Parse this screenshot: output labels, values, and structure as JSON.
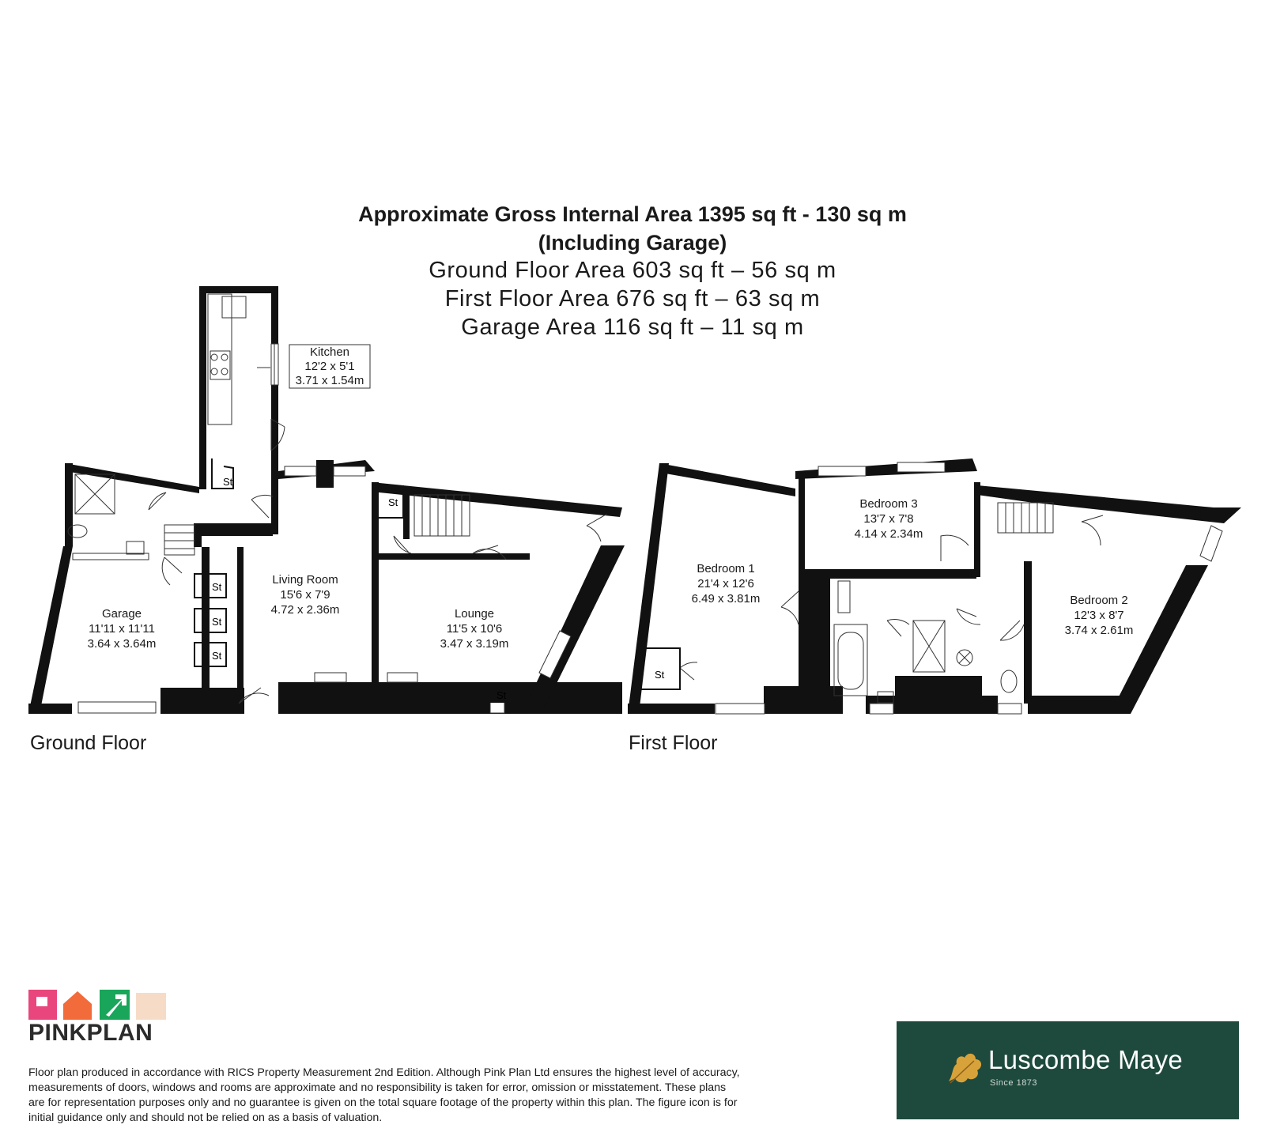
{
  "header": {
    "line1": "Approximate Gross Internal Area 1395 sq ft - 130 sq m",
    "line2": "(Including Garage)",
    "line3": "Ground Floor Area 603 sq ft – 56 sq m",
    "line4": "First Floor Area 676 sq ft – 63 sq m",
    "line5": "Garage Area 116 sq ft – 11 sq m"
  },
  "ground_floor": {
    "label": "Ground Floor",
    "rooms": [
      {
        "name": "Kitchen",
        "imperial": "12'2 x 5'1",
        "metric": "3.71 x 1.54m"
      },
      {
        "name": "Living Room",
        "imperial": "15'6 x 7'9",
        "metric": "4.72 x 2.36m"
      },
      {
        "name": "Garage",
        "imperial": "11'11 x 11'11",
        "metric": "3.64 x 3.64m"
      },
      {
        "name": "Lounge",
        "imperial": "11'5 x 10'6",
        "metric": "3.47 x 3.19m"
      }
    ],
    "storage_label": "St"
  },
  "first_floor": {
    "label": "First Floor",
    "rooms": [
      {
        "name": "Bedroom 1",
        "imperial": "21'4 x 12'6",
        "metric": "6.49 x 3.81m"
      },
      {
        "name": "Bedroom 3",
        "imperial": "13'7 x 7'8",
        "metric": "4.14 x 2.34m"
      },
      {
        "name": "Bedroom 2",
        "imperial": "12'3 x 8'7",
        "metric": "3.74 x 2.61m"
      }
    ],
    "storage_label": "St"
  },
  "footer": {
    "logo_text": "PINKPLAN",
    "disclaimer": "Floor plan produced in accordance with RICS Property Measurement 2nd Edition. Although Pink Plan Ltd ensures the highest level of accuracy, measurements of doors, windows and rooms are approximate and no responsibility is taken for error, omission or misstatement. These plans are for representation purposes only and no guarantee is given on the total square footage of the property within this plan. The figure icon is for initial guidance only and should not be relied on as a basis of valuation.",
    "agent_name": "Luscombe Maye",
    "agent_since": "Since 1873"
  },
  "colors": {
    "wall": "#111111",
    "agent_bg": "#1e4a3d",
    "leaf": "#d8a23a",
    "logo_pink": "#e8467c",
    "logo_orange": "#f26b3a",
    "logo_green": "#19a55a"
  }
}
